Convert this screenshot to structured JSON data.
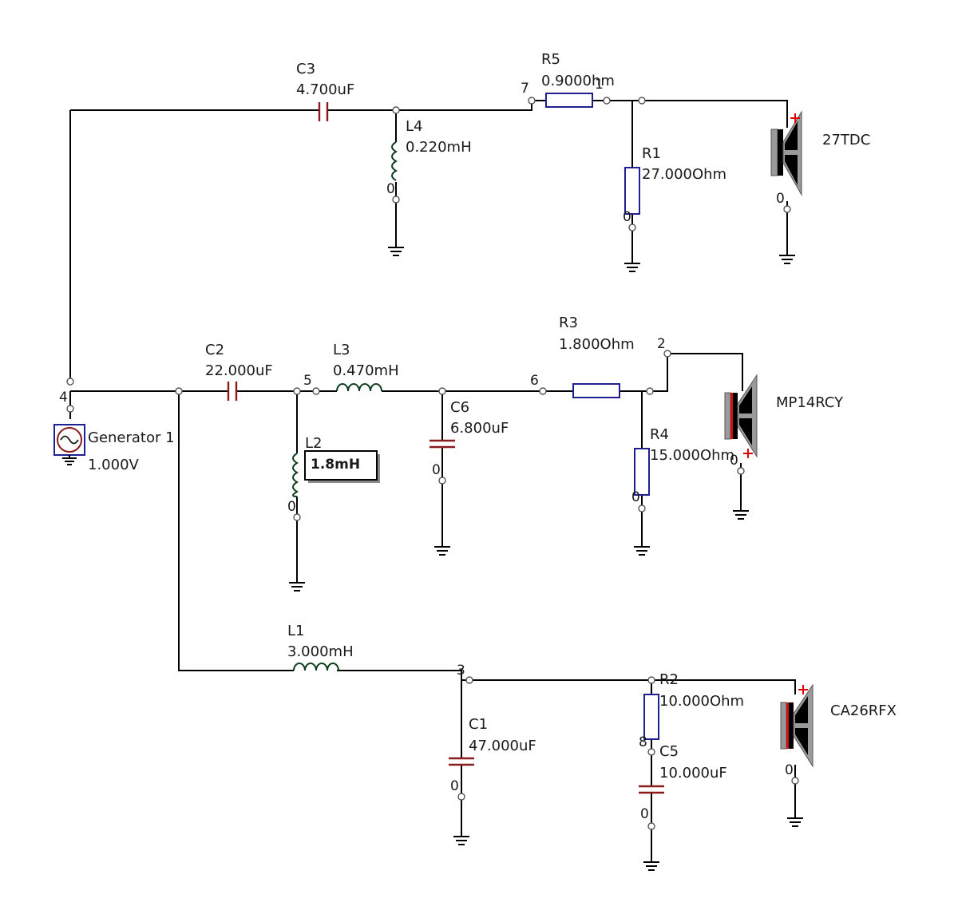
{
  "components": {
    "C3": {
      "name": "C3",
      "value": "4.700uF"
    },
    "L4": {
      "name": "L4",
      "value": "0.220mH"
    },
    "R5": {
      "name": "R5",
      "value": "0.9000hm"
    },
    "R1": {
      "name": "R1",
      "value": "27.000Ohm"
    },
    "C2": {
      "name": "C2",
      "value": "22.000uF"
    },
    "L3": {
      "name": "L3",
      "value": "0.470mH"
    },
    "R3": {
      "name": "R3",
      "value": "1.800Ohm"
    },
    "C6": {
      "name": "C6",
      "value": "6.800uF"
    },
    "L2": {
      "name": "L2",
      "value": "1.8mH"
    },
    "R4": {
      "name": "R4",
      "value": "15.000Ohm"
    },
    "L1": {
      "name": "L1",
      "value": "3.000mH"
    },
    "C1": {
      "name": "C1",
      "value": "47.000uF"
    },
    "R2": {
      "name": "R2",
      "value": "10.000Ohm"
    },
    "C5": {
      "name": "C5",
      "value": "10.000uF"
    },
    "generator": {
      "name": "Generator 1",
      "value": "1.000V"
    }
  },
  "speakers": {
    "tweeter": "27TDC",
    "midrange": "MP14RCY",
    "woofer": "CA26RFX"
  },
  "node_labels": {
    "n1": "1",
    "n2": "2",
    "n3": "3",
    "n4": "4",
    "n5": "5",
    "n6": "6",
    "n7": "7",
    "n8": "8",
    "zero": "0"
  },
  "speaker_polarity": "+",
  "colors": {
    "wire": "#000000",
    "resistor": "#1f1f8f",
    "capacitor": "#8b1a1a",
    "inductor": "#0d3d1d",
    "speaker_plus": "#e00000"
  }
}
